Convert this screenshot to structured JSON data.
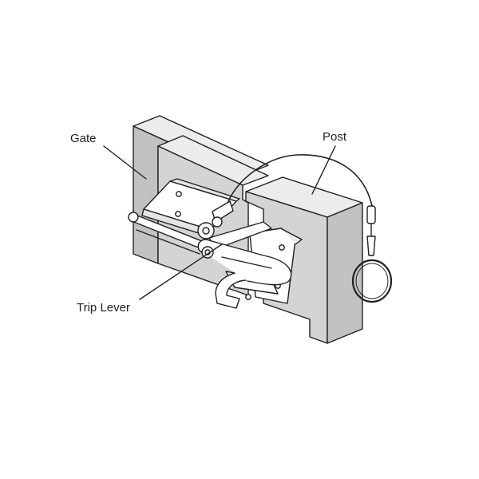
{
  "labels": {
    "gate": "Gate",
    "post": "Post",
    "trip_lever": "Trip Lever"
  },
  "colors": {
    "line": "#231f20",
    "face_light": "#ececec",
    "face_mid": "#d4d4d4",
    "face_dark": "#c2c2c2",
    "background": "#ffffff"
  }
}
